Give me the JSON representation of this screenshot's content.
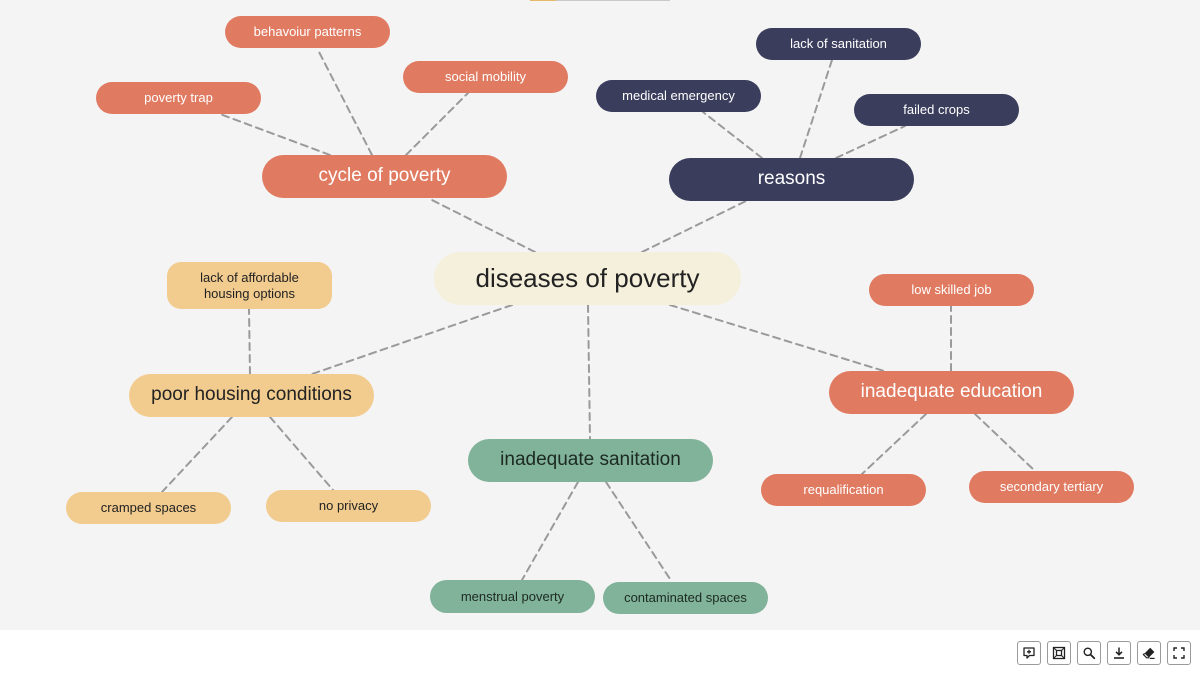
{
  "diagram": {
    "nodes": {
      "center": "diseases of poverty",
      "cycle": "cycle of poverty",
      "behaviour": "behavoiur patterns",
      "social_mobility": "social mobility",
      "poverty_trap": "poverty trap",
      "reasons": "reasons",
      "sanitation_lack": "lack of sanitation",
      "medical": "medical emergency",
      "crops": "failed crops",
      "housing": "poor housing conditions",
      "affordable": "lack of affordable housing options",
      "cramped": "cramped spaces",
      "privacy": "no privacy",
      "sanitation": "inadequate sanitation",
      "menstrual": "menstrual poverty",
      "contaminated": "contaminated spaces",
      "education": "inadequate education",
      "low_skilled": "low skilled job",
      "requalification": "requalification",
      "secondary": "secondary tertiary"
    },
    "colors": {
      "center": "#f5f0dc",
      "coral": "#e07b62",
      "navy": "#3a3d5c",
      "sand": "#f2cc8f",
      "sage": "#81b29a",
      "connector": "#9a9a9a",
      "canvas": "#f4f4f4"
    }
  },
  "toolbar": {
    "buttons": [
      "comment-icon",
      "fit-screen-icon",
      "zoom-icon",
      "download-icon",
      "eraser-icon",
      "fullscreen-icon"
    ]
  }
}
